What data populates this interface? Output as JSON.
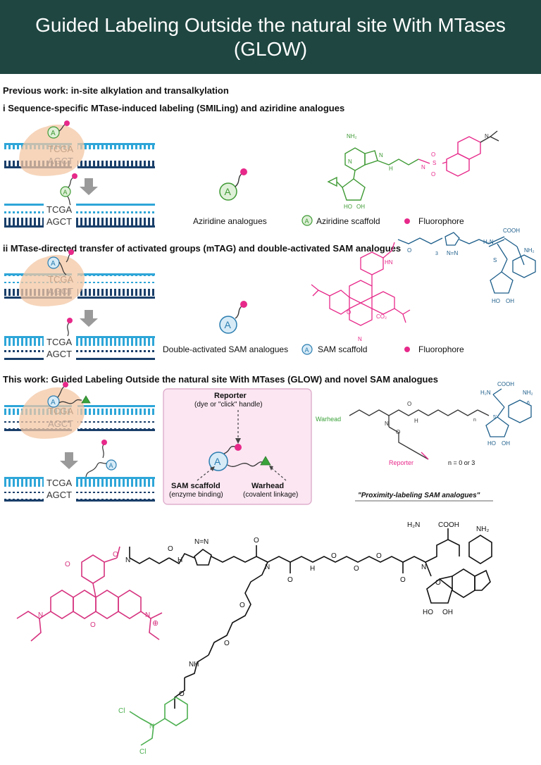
{
  "title": "Guided Labeling Outside the natural site With MTases (GLOW)",
  "colors": {
    "header_bg": "#1f4641",
    "dna_top": "#2ea6d8",
    "dna_bottom": "#1a3f6a",
    "enzyme": "#f3c7a4",
    "fluorophore": "#e7298a",
    "aziridine_green": "#3f9a35",
    "sam_blue": "#2a7db0",
    "warhead_green": "#3aa23a",
    "callout_bg": "#fbe6f2",
    "callout_border": "#d9a2c4",
    "chloro_green": "#4caf50"
  },
  "sections": {
    "previous_work": "Previous work: in-site alkylation and transalkylation",
    "section_i": "i Sequence-specific MTase-induced labeling (SMILing) and aziridine analogues",
    "section_ii": "ii MTase-directed transfer of activated groups (mTAG) and double-activated SAM analogues",
    "this_work": "This work: Guided Labeling Outside the natural site With MTases (GLOW) and novel SAM analogues"
  },
  "dna": {
    "top_seq": "TCGA",
    "bottom_seq": "AGCT",
    "base_letter": "A"
  },
  "legend_i": {
    "analogues": "Aziridine analogues",
    "scaffold": "Aziridine scaffold",
    "fluorophore": "Fluorophore"
  },
  "legend_ii": {
    "analogues": "Double-activated SAM analogues",
    "scaffold": "SAM scaffold",
    "fluorophore": "Fluorophore"
  },
  "callout": {
    "reporter_title": "Reporter",
    "reporter_sub": "(dye or \"click\" handle)",
    "scaffold_title": "SAM scaffold",
    "scaffold_sub": "(enzyme binding)",
    "warhead_title": "Warhead",
    "warhead_sub": "(covalent linkage)"
  },
  "glow_structure": {
    "warhead": "Warhead",
    "reporter": "Reporter",
    "n_values": "n = 0 or 3",
    "caption": "\"Proximity-labeling SAM analogues\""
  },
  "chem": {
    "nh2": "NH₂",
    "h2n": "H₂N",
    "cooh": "COOH",
    "ho": "HO",
    "oh": "OH",
    "o": "O",
    "n": "N",
    "nh": "NH",
    "hn": "HN",
    "h": "H",
    "s": "S",
    "cl": "Cl",
    "n3": "N=N",
    "co2": "CO₂",
    "plus": "⊕",
    "minus": "⊖",
    "sub3": "3",
    "sub_n": "n",
    "five_prime": "5'",
    "six": "6"
  }
}
